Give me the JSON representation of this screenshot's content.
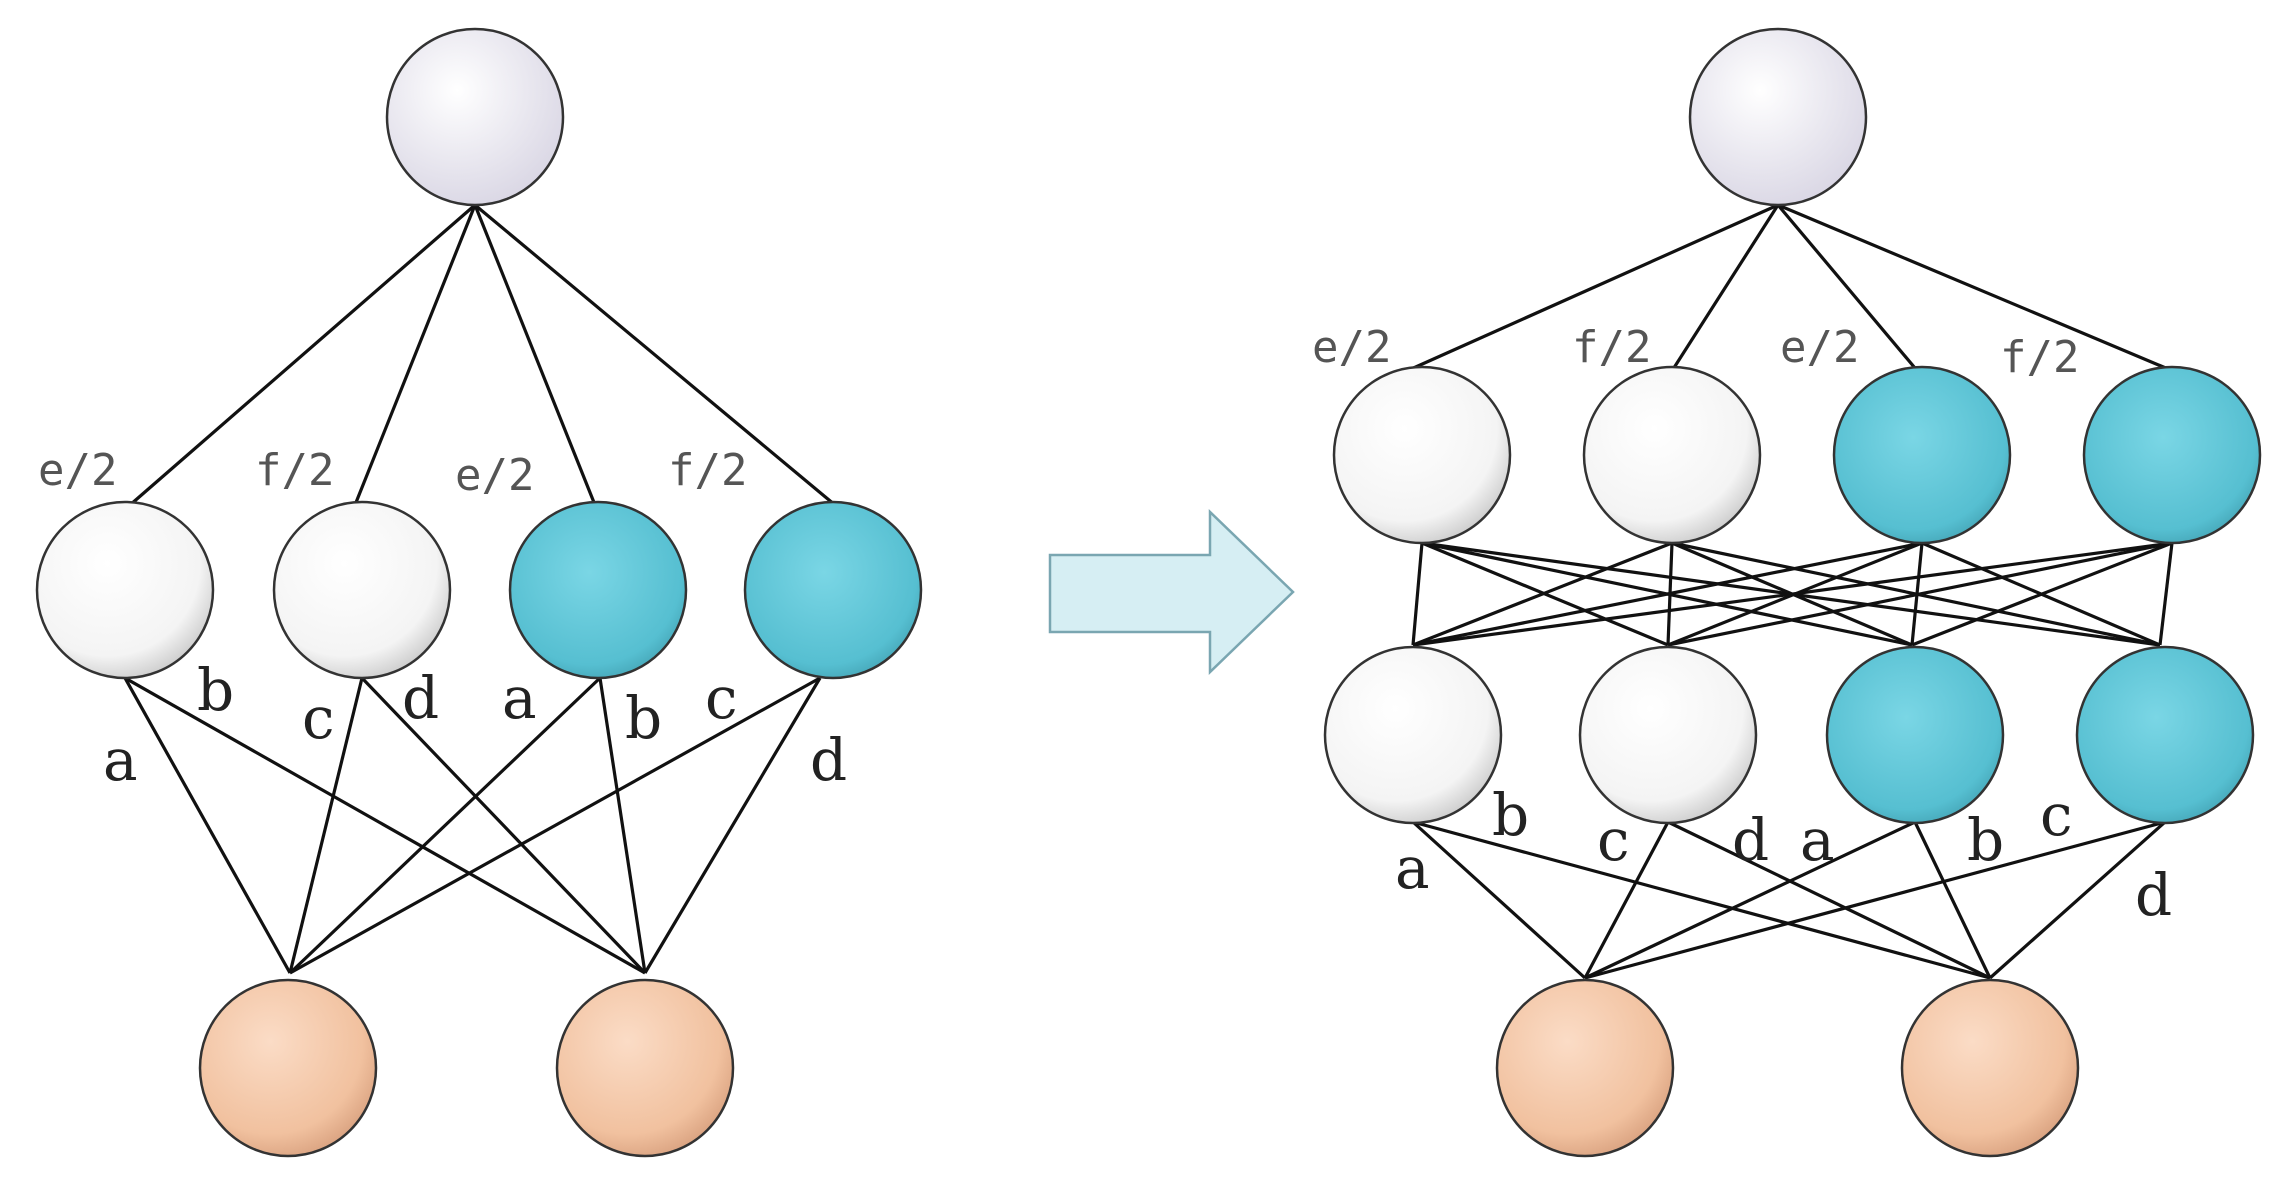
{
  "colors": {
    "root": "#e8e6ee",
    "white_node": "#f4f4f4",
    "teal_node": "#5cc4d6",
    "peach_node": "#f2c3a3",
    "arrow_fill": "#d6eef3",
    "arrow_stroke": "#7aa6b1"
  },
  "left": {
    "top_labels": [
      "e/2",
      "f/2",
      "e/2",
      "f/2"
    ],
    "edge_labels": [
      "a",
      "b",
      "c",
      "d",
      "a",
      "b",
      "c",
      "d"
    ]
  },
  "right": {
    "top_labels": [
      "e/2",
      "f/2",
      "e/2",
      "f/2"
    ],
    "edge_labels": [
      "a",
      "b",
      "c",
      "d",
      "a",
      "b",
      "c",
      "d"
    ]
  }
}
